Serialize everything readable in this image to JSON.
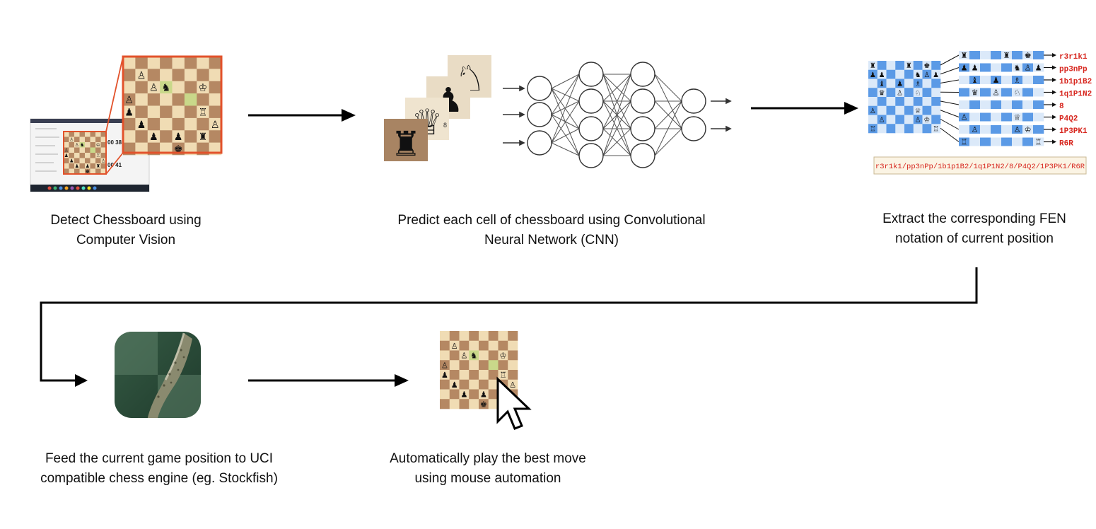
{
  "steps": [
    {
      "caption_line1": "Detect Chessboard using",
      "caption_line2": "Computer Vision"
    },
    {
      "caption_line1": "Predict each cell of chessboard using Convolutional",
      "caption_line2": "Neural Network (CNN)"
    },
    {
      "caption_line1": "Extract the corresponding FEN",
      "caption_line2": "notation of current position"
    },
    {
      "caption_line1": "Feed the current game position to UCI",
      "caption_line2": "compatible chess engine (eg. Stockfish)"
    },
    {
      "caption_line1": "Automatically play the best move",
      "caption_line2": "using mouse automation"
    }
  ],
  "screenshot": {
    "clock_top": "00 38",
    "clock_bottom": "00 41"
  },
  "fen": {
    "ranks": [
      "r3r1k1",
      "pp3nPp",
      "1b1p1B2",
      "1q1P1N2",
      "8",
      "P4Q2",
      "1P3PK1",
      "R6R"
    ],
    "full": "r3r1k1/pp3nPp/1b1p1B2/1q1P1N2/8/P4Q2/1P3PK1/R6R"
  },
  "cnn_tiles": {
    "queen_tile_mark": "8"
  },
  "colors": {
    "arrow": "#000000",
    "zoom_outline": "#e2522b",
    "board_light": "#f0dcb4",
    "board_dark": "#b58863",
    "fen_board_light": "#dbe9f9",
    "fen_board_dark": "#5b9ae6",
    "fen_text": "#d7261e"
  },
  "icons": [
    "chess-piece-icon",
    "stockfish-logo",
    "mouse-cursor-icon"
  ]
}
